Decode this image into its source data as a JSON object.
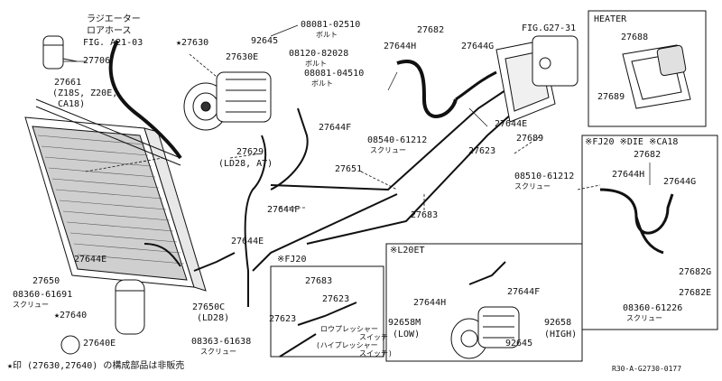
{
  "labels": {
    "p08081_02510": "08081-02510",
    "bolt1": "ボルト",
    "p92645_top": "92645",
    "p27630": "★27630",
    "p27630e": "27630E",
    "p27682_top": "27682",
    "p27644h_top": "27644H",
    "p08120_82028": "08120-82028",
    "bolt2": "ボルト",
    "p27644g_top": "27644G",
    "p08081_04510": "08081-04510",
    "bolt3": "ボルト",
    "fig27_31": "FIG.G27-31",
    "heater": "HEATER",
    "p27688": "27688",
    "p27689_box": "27689",
    "rad_hose_jp1": "ラジエーター",
    "rad_hose_jp2": "ロアホース",
    "fig_a21": "FIG. A21-03",
    "p27706": "27706",
    "p27661": "27661",
    "z18s": "(Z18S, Z20E,",
    "ca18": "CA18)",
    "p27644f_1": "27644F",
    "p27629": "27629",
    "ld28at": "(LD28, AT)",
    "p08540_61212": "08540-61212",
    "screw1": "スクリュー",
    "p27623_top": "27623",
    "p27644e_top": "27644E",
    "p27689_main": "27689",
    "p27651": "27651",
    "p08510_61212": "08510-61212",
    "screw2": "スクリュー",
    "fj20_die_ca18": "※FJ20  ※DIE  ※CA18",
    "p27682_right": "27682",
    "p27644h_right": "27644H",
    "p27644g_right": "27644G",
    "p27644f_2": "27644F",
    "p27683": "27683",
    "p27644e_mid": "27644E",
    "p27644e_left": "27644E",
    "l20et": "※L20ET",
    "fj20": "※FJ20",
    "p27682g": "27682G",
    "p27682e": "27682E",
    "p27650": "27650",
    "p08360_61691": "08360-61691",
    "screw3": "スクリュー",
    "p27683_b": "27683",
    "p27623_b1": "27623",
    "p27623_b2": "27623",
    "p27644h_b": "27644H",
    "p27644f_b": "27644F",
    "p08360_61226": "08360-61226",
    "screw4": "スクリュー",
    "p27650c": "27650C",
    "ld28": "(LD28)",
    "p27640": "★27640",
    "p27640e": "27640E",
    "low_sw": "ロウプレッシャー",
    "low_sw2": "スイッチ",
    "high_sw": "(ハイプレッシャー",
    "high_sw2": "スイッチ)",
    "p92658m": "92658M",
    "low": "(LOW)",
    "p92658": "92658",
    "high": "(HIGH)",
    "p92645_b": "92645",
    "p08363_61638": "08363-61638",
    "screw5": "スクリュー",
    "footnote": "★印 (27630,27640) の構成部品は非販売",
    "code": "R30-A-G2730-0177"
  }
}
